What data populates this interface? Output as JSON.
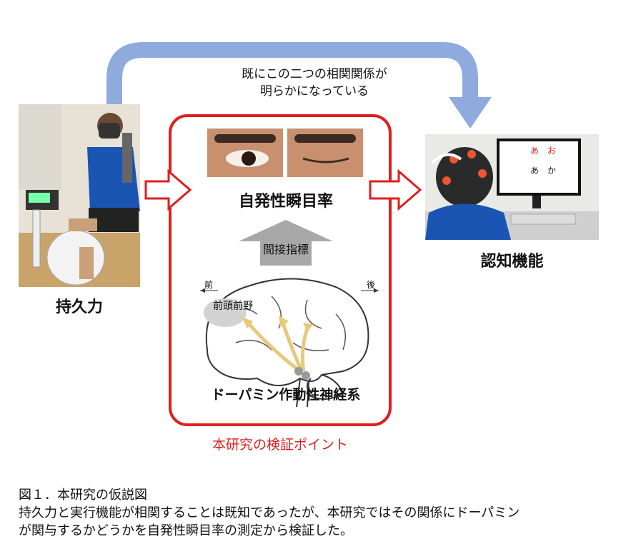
{
  "top_arc": {
    "label_line1": "既にこの二つの相関関係が",
    "label_line2": "明らかになっている",
    "color": "#8faadc"
  },
  "left_panel": {
    "label": "持久力",
    "photo_icon": "person-exercise-bike-photo"
  },
  "right_panel": {
    "label": "認知機能",
    "photo_icon": "person-eeg-computer-photo",
    "screen_text_top_1": "あ",
    "screen_text_top_2": "お",
    "screen_text_bottom_1": "あ",
    "screen_text_bottom_2": "か"
  },
  "center_panel": {
    "frame_color": "#e01e1e",
    "blink_label": "自発性瞬目率",
    "indirect_label": "間接指標",
    "brain": {
      "front_label": "前",
      "back_label": "後",
      "region_label": "前頭前野",
      "system_label": "ドーパミン作動性神経系"
    },
    "footer_label": "本研究の検証ポイント"
  },
  "caption": {
    "title": "図１．本研究の仮説図",
    "line1": "持久力と実行機能が相関することは既知であったが、本研究ではその関係にドーパミン",
    "line2": "が関与するかどうかを自発性瞬目率の測定から検証した。"
  }
}
